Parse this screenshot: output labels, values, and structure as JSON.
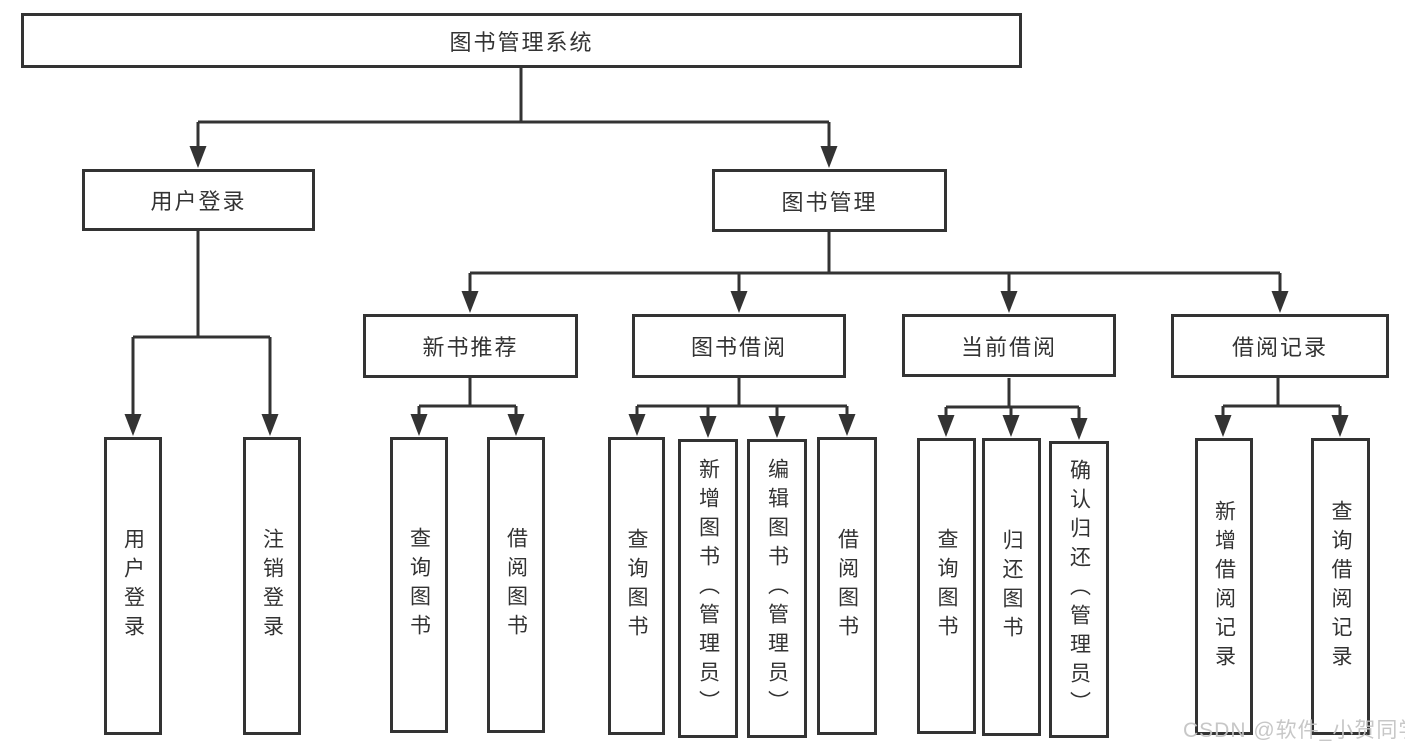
{
  "tree": {
    "label": "图书管理系统",
    "children": [
      {
        "label": "用户登录",
        "children": [
          {
            "label": "用户登录"
          },
          {
            "label": "注销登录"
          }
        ]
      },
      {
        "label": "图书管理",
        "children": [
          {
            "label": "新书推荐",
            "children": [
              {
                "label": "查询图书"
              },
              {
                "label": "借阅图书"
              }
            ]
          },
          {
            "label": "图书借阅",
            "children": [
              {
                "label": "查询图书"
              },
              {
                "label": "新增图书（管理员）"
              },
              {
                "label": "编辑图书（管理员）"
              },
              {
                "label": "借阅图书"
              }
            ]
          },
          {
            "label": "当前借阅",
            "children": [
              {
                "label": "查询图书"
              },
              {
                "label": "归还图书"
              },
              {
                "label": "确认归还（管理员）"
              }
            ]
          },
          {
            "label": "借阅记录",
            "children": [
              {
                "label": "新增借阅记录"
              },
              {
                "label": "查询借阅记录"
              }
            ]
          }
        ]
      }
    ]
  },
  "watermark": {
    "text": "CSDN @软件_小贺同学"
  },
  "colors": {
    "line": "#333333",
    "text": "#333333",
    "box_background": "#ffffff",
    "page_background": "#ffffff",
    "watermark": "#c4c4c4"
  }
}
